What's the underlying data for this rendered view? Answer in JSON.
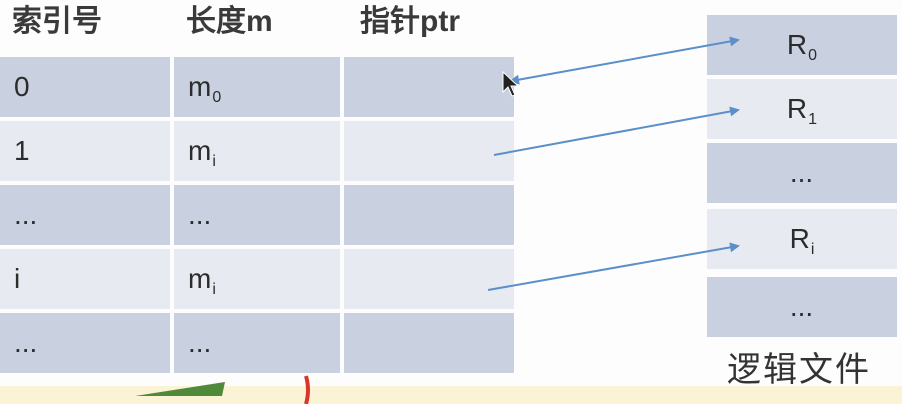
{
  "table": {
    "headers": [
      "索引号",
      "长度m",
      "指针ptr"
    ],
    "rows": [
      {
        "index": "0",
        "length": "m",
        "length_sub": "0",
        "ptr": ""
      },
      {
        "index": "1",
        "length": "m",
        "length_sub": "i",
        "ptr": ""
      },
      {
        "index": "...",
        "length": "...",
        "length_sub": "",
        "ptr": ""
      },
      {
        "index": "i",
        "length": "m",
        "length_sub": "i",
        "ptr": ""
      },
      {
        "index": "...",
        "length": "...",
        "length_sub": "",
        "ptr": ""
      }
    ]
  },
  "logical_file": {
    "records": [
      {
        "label": "R",
        "sub": "0"
      },
      {
        "label": "R",
        "sub": "1"
      },
      {
        "label": "...",
        "sub": ""
      },
      {
        "label": "R",
        "sub": "i"
      },
      {
        "label": "...",
        "sub": ""
      }
    ],
    "caption": "逻辑文件"
  },
  "colors": {
    "row_dark": "#c9d0e0",
    "row_light": "#e7eaf1",
    "arrow": "#5b8fc9"
  }
}
